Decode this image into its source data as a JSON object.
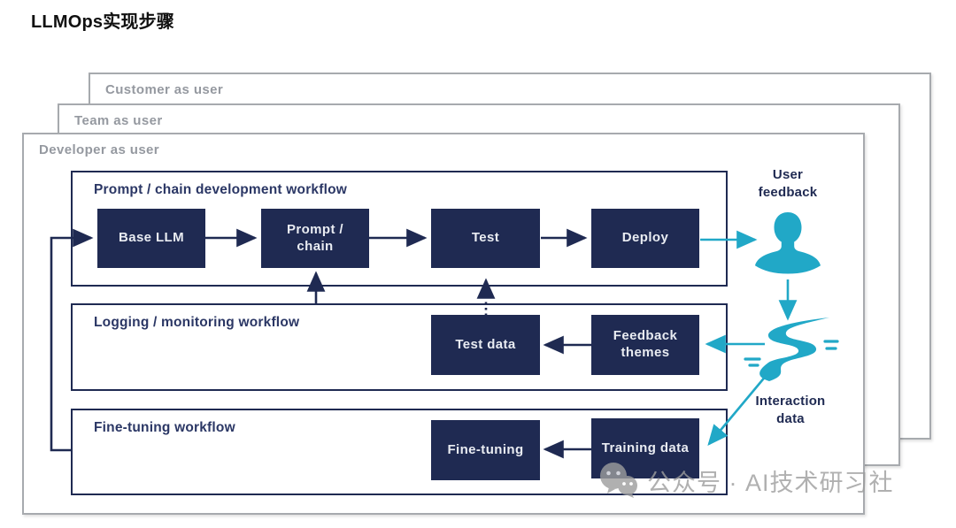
{
  "page": {
    "title": "LLMOps实现步骤"
  },
  "panels": [
    {
      "label": "Customer as user"
    },
    {
      "label": "Team as user"
    },
    {
      "label": "Developer as user"
    }
  ],
  "workflows": [
    {
      "title": "Prompt / chain development workflow",
      "nodes": [
        "Base LLM",
        "Prompt /\nchain",
        "Test",
        "Deploy"
      ]
    },
    {
      "title": "Logging / monitoring workflow",
      "nodes": [
        "Test data",
        "Feedback\nthemes"
      ]
    },
    {
      "title": "Fine-tuning workflow",
      "nodes": [
        "Fine-tuning",
        "Training data"
      ]
    }
  ],
  "annotations": {
    "user_feedback": "User\nfeedback",
    "interaction_data": "Interaction\ndata"
  },
  "icons": {
    "person": "user-silhouette-icon",
    "stream": "data-stream-icon",
    "watermark_logo": "wechat-icon"
  },
  "watermark": {
    "text": "公众号 · AI技术研习社"
  },
  "colors": {
    "navy": "#1f2a52",
    "teal": "#21a8c7",
    "panel_border": "#a7aaae",
    "panel_label": "#9599a0",
    "workflow_title": "#2b3765",
    "node_text": "#e9ecf2",
    "watermark_gray": "#9d9d9d"
  }
}
